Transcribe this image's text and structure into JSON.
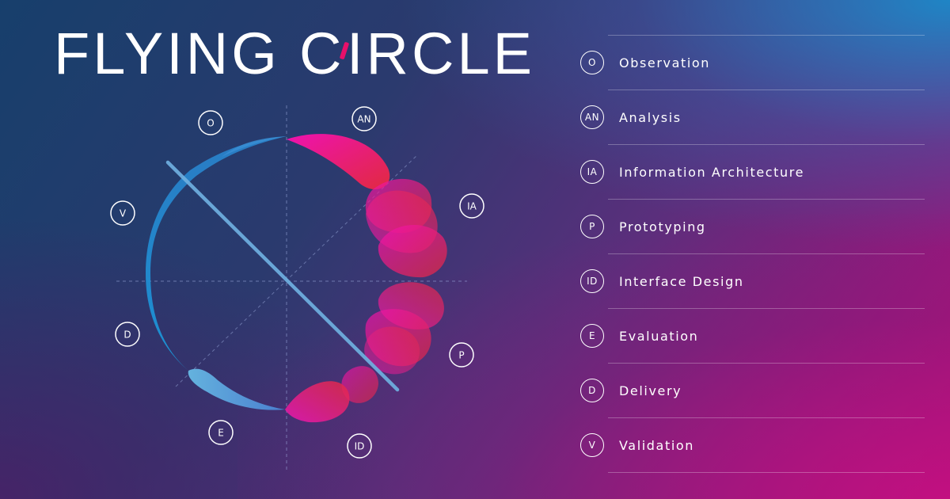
{
  "brand": {
    "word1": "FLYING",
    "word2_start": "C",
    "word2_end": "IRCLE",
    "accent_color": "#e8106a"
  },
  "phases": [
    {
      "code": "O",
      "name": "Observation"
    },
    {
      "code": "AN",
      "name": "Analysis"
    },
    {
      "code": "IA",
      "name": "Information Architecture"
    },
    {
      "code": "P",
      "name": "Prototyping"
    },
    {
      "code": "ID",
      "name": "Interface Design"
    },
    {
      "code": "E",
      "name": "Evaluation"
    },
    {
      "code": "D",
      "name": "Delivery"
    },
    {
      "code": "V",
      "name": "Validation"
    }
  ],
  "colors": {
    "pink": "#e8139a",
    "red": "#e5253f",
    "blue": "#1f8fd0",
    "light_blue": "#5fa8dc"
  }
}
